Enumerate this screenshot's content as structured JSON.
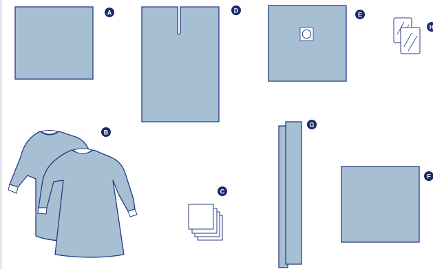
{
  "colors": {
    "drape_fill": "#a6bfd3",
    "outline": "#283b80",
    "badge_fill": "#1b2a6b",
    "badge_text": "#ffffff",
    "background": "#ffffff",
    "page_left_edge": "#dfe7f0"
  },
  "items": [
    {
      "id": "A",
      "label": "A",
      "kind": "drape-square"
    },
    {
      "id": "B",
      "label": "B",
      "kind": "surgical-gown-pair"
    },
    {
      "id": "C",
      "label": "C",
      "kind": "towel-stack"
    },
    {
      "id": "D",
      "label": "D",
      "kind": "split-drape"
    },
    {
      "id": "E",
      "label": "E",
      "kind": "fenestrated-drape"
    },
    {
      "id": "F",
      "label": "F",
      "kind": "drape-square"
    },
    {
      "id": "G",
      "label": "G",
      "kind": "folded-strip-drape"
    },
    {
      "id": "H",
      "label": "H",
      "kind": "transparent-film-pair"
    }
  ]
}
